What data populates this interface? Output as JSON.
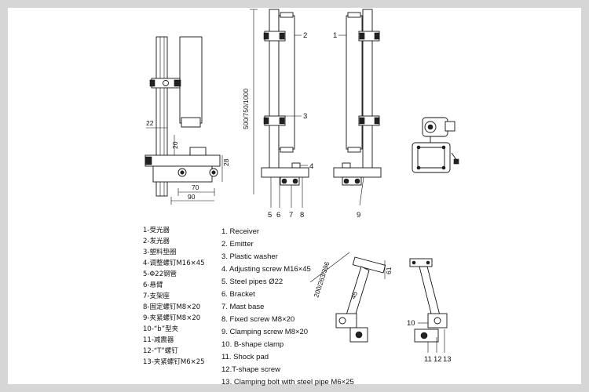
{
  "dimensions": {
    "d22": "22",
    "d20": "20",
    "d28": "28",
    "d70": "70",
    "d90": "90",
    "height_range": "500/750/1000",
    "h_range2": "200/263/396",
    "d61": "61",
    "d45": "45"
  },
  "callouts": {
    "c1": "1",
    "c2": "2",
    "c3": "3",
    "c4": "4",
    "c5": "5",
    "c6": "6",
    "c7": "7",
    "c8": "8",
    "c9": "9",
    "c10": "10",
    "c11": "11",
    "c12": "12",
    "c13": "13"
  },
  "legend_cn": [
    "1-受光器",
    "2-发光器",
    "3-塑料垫圈",
    "4-调整螺钉M16×45",
    "5-Φ22钢管",
    "6-悬臂",
    "7-支架座",
    "8-固定螺钉M8×20",
    "9-夹紧螺钉M8×20",
    "10-“b”型夹",
    "11-减震器",
    "12-“T”螺钉",
    "13-夹紧螺钉M6×25"
  ],
  "legend_en": [
    "1. Receiver",
    "2. Emitter",
    "3. Plastic washer",
    "4. Adjusting screw M16×45",
    "5. Steel pipes Ø22",
    "6. Bracket",
    "7. Mast base",
    "8. Fixed screw M8×20",
    "9. Clamping screw M8×20",
    "10.  B-shape clamp",
    "11. Shock pad",
    "12.T-shape screw",
    "13. Clamping bolt with steel pipe M6×25"
  ]
}
